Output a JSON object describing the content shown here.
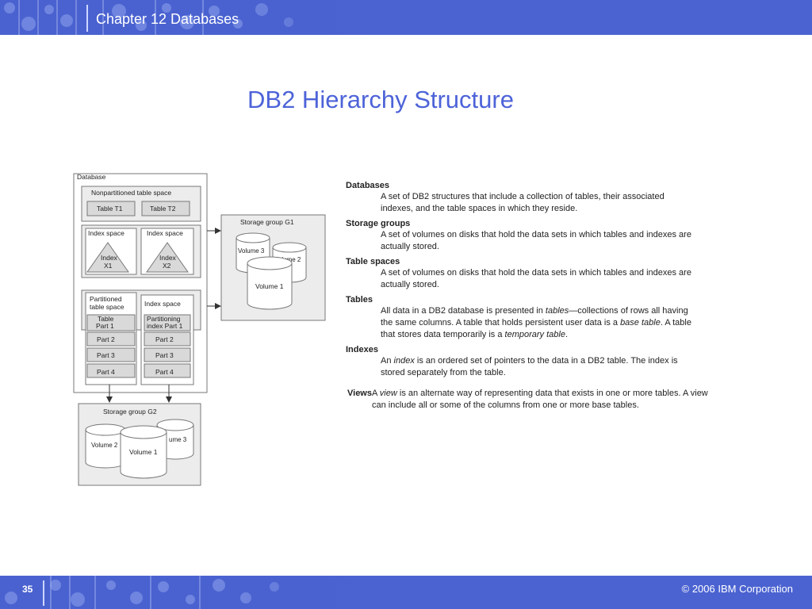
{
  "header": {
    "title": "Chapter 12 Databases"
  },
  "slide": {
    "title": "DB2 Hierarchy Structure"
  },
  "diagram": {
    "database_label": "Database",
    "nonpartitioned_ts_label": "Nonpartitioned table space",
    "table_t1": "Table T1",
    "table_t2": "Table T2",
    "index_space_label": "Index space",
    "index_x1_line1": "Index",
    "index_x1_line2": "X1",
    "index_x2_line1": "Index",
    "index_x2_line2": "X2",
    "partitioned_ts_line1": "Partitioned",
    "partitioned_ts_line2": "table space",
    "table_part1_line1": "Table",
    "table_part1_line2": "Part 1",
    "partitioning_index_line1": "Partitioning",
    "partitioning_index_line2": "index Part 1",
    "part2": "Part 2",
    "part3": "Part 3",
    "part4": "Part 4",
    "storage_group_g1": "Storage group G1",
    "storage_group_g2": "Storage group G2",
    "volume1": "Volume 1",
    "volume2": "Volume 2",
    "volume3": "Volume 3",
    "volume2_partial": "Volume 2",
    "volume3_partial": "ume 3"
  },
  "definitions": {
    "databases": {
      "term": "Databases",
      "text": "A set of DB2 structures that include a collection of tables, their associated indexes, and the table spaces in which they reside."
    },
    "storage_groups": {
      "term": "Storage groups",
      "text": "A set of volumes on disks that hold the data sets in which tables and indexes are actually stored."
    },
    "table_spaces": {
      "term": "Table spaces",
      "text": "A set of volumes on disks that hold the data sets in which tables and indexes are actually stored."
    },
    "tables": {
      "term": "Tables",
      "t1": "All data in a DB2 database is presented in ",
      "em1": "tables",
      "t2": "—collections of rows all having the same columns. A table that holds persistent user data is a ",
      "em2": "base table",
      "t3": ". A table that stores data temporarily is a ",
      "em3": "temporary table",
      "t4": "."
    },
    "indexes": {
      "term": "Indexes",
      "t1": "An ",
      "em1": "index",
      "t2": " is an ordered set of pointers to the data in a DB2 table. The index is stored separately from the table."
    },
    "views": {
      "term": "Views",
      "t1": "A ",
      "em1": "view",
      "t2": " is an alternate way of representing data that exists in one or more tables. A view can include all or some of the columns from one or more base tables."
    }
  },
  "footer": {
    "page_number": "35",
    "copyright": "© 2006 IBM Corporation"
  }
}
